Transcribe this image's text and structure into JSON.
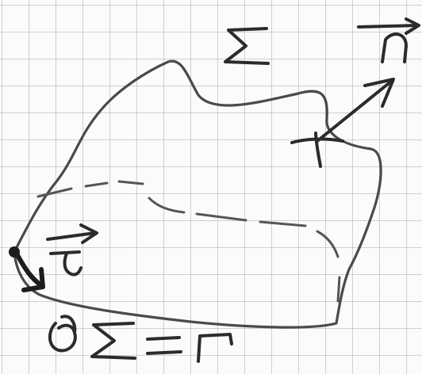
{
  "labels": {
    "surface": "Σ",
    "normal_vector": "n",
    "tangent_vector": "τ",
    "boundary_equation": "∂Σ = Γ"
  },
  "colors": {
    "ink": "#4a4a4a",
    "grid": "#999999",
    "paper": "#fbfbfb"
  }
}
